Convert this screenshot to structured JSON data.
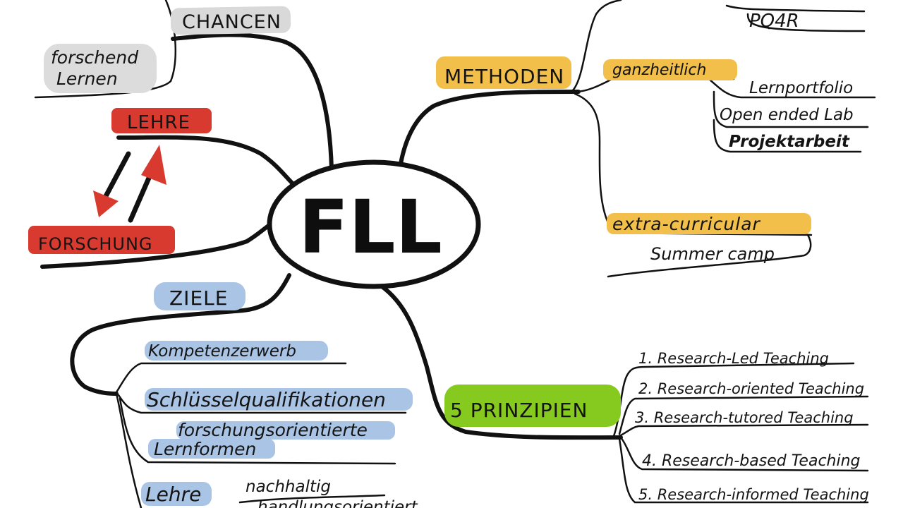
{
  "center": {
    "label": "FLL"
  },
  "branches": {
    "chancen": {
      "label": "CHANCEN",
      "color": "#d9d9d9",
      "items": [
        "forschend",
        "Lernen"
      ]
    },
    "lehre": {
      "label": "LEHRE",
      "color": "#d83a30"
    },
    "forschung": {
      "label": "FORSCHUNG",
      "color": "#d83a30"
    },
    "ziele": {
      "label": "ZIELE",
      "color": "#a9c4e4",
      "items": {
        "kompetenz": "Kompetenzerwerb",
        "schluessel": "Schlüsselqualifikationen",
        "lernformen_1": "forschungsorientierte",
        "lernformen_2": "Lernformen",
        "lehre": "Lehre",
        "nachhaltig": "nachhaltig",
        "handlung": "handlungsorientiert"
      }
    },
    "methoden": {
      "label": "METHODEN",
      "color": "#f1bf4a",
      "items": {
        "pq4r": "PQ4R",
        "ganzheitlich": "ganzheitlich",
        "lernportfolio": "Lernportfolio",
        "open_lab": "Open ended Lab",
        "projekt": "Projektarbeit",
        "extra": "extra-curricular",
        "summer": "Summer camp"
      }
    },
    "prinzipien": {
      "label": "5 PRINZIPIEN",
      "color": "#86c91f",
      "items": [
        "1. Research-Led Teaching",
        "2. Research-oriented Teaching",
        "3. Research-tutored Teaching",
        "4. Research-based Teaching",
        "5. Research-informed Teaching"
      ]
    }
  }
}
